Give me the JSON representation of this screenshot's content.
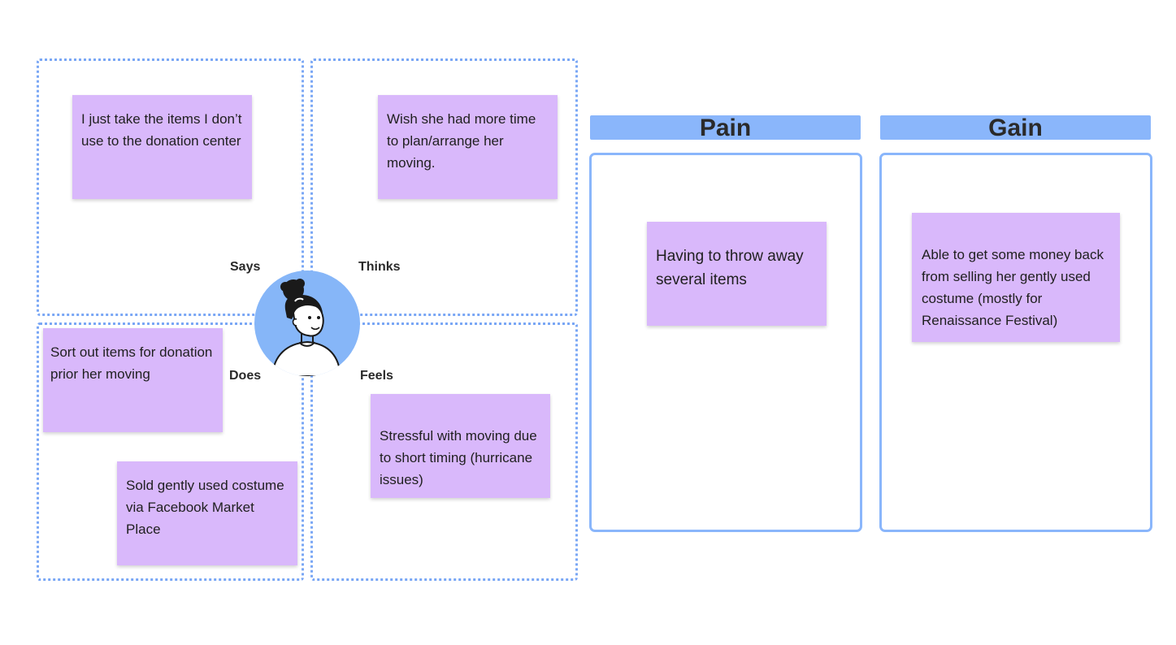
{
  "empathy_map": {
    "labels": {
      "says": "Says",
      "thinks": "Thinks",
      "does": "Does",
      "feels": "Feels"
    },
    "notes": {
      "says": [
        "I just take the items I don’t use to the donation center"
      ],
      "thinks": [
        "Wish she had more time to plan/arrange her moving."
      ],
      "does": [
        " Sort out items for donation prior her moving",
        "Sold gently used costume via Facebook Market Place"
      ],
      "feels": [
        "Stressful with moving due to short timing (hurricane issues)"
      ]
    }
  },
  "pain": {
    "title": "Pain",
    "notes": [
      "Having to throw away several items"
    ]
  },
  "gain": {
    "title": "Gain",
    "notes": [
      "Able to get some money back from selling her gently used costume (mostly for Renaissance Festival)"
    ]
  },
  "colors": {
    "sticky": "#d9b8fb",
    "accent": "#8ab6fb",
    "dotted_border": "#7aa7f5",
    "avatar_bg": "#86b6f8"
  },
  "icons": {
    "avatar": "person-avatar-icon"
  }
}
